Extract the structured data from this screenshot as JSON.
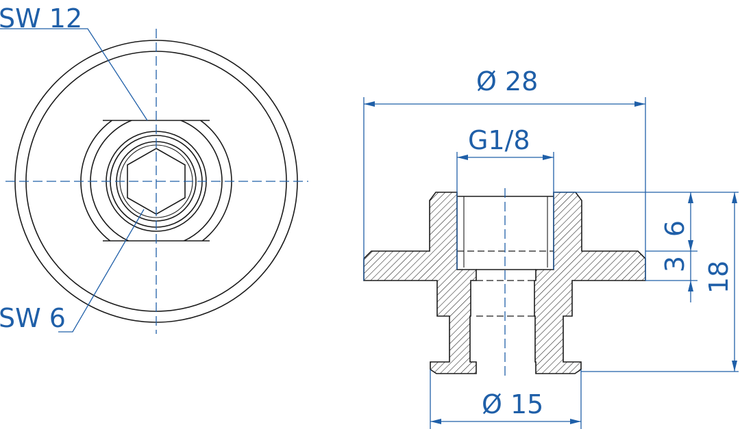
{
  "front_view": {
    "label_wrench_outer": "SW 12",
    "label_wrench_inner": "SW 6"
  },
  "section_view": {
    "dim_outer_diameter": "Ø 28",
    "dim_thread": "G1/8",
    "dim_bottom_diameter": "Ø 15",
    "dim_upper_height": "6",
    "dim_flange_height": "3",
    "dim_total_height": "18"
  },
  "colors": {
    "dimension": "#1f5fa8",
    "outline": "#1a1a1a",
    "background": "#ffffff"
  }
}
